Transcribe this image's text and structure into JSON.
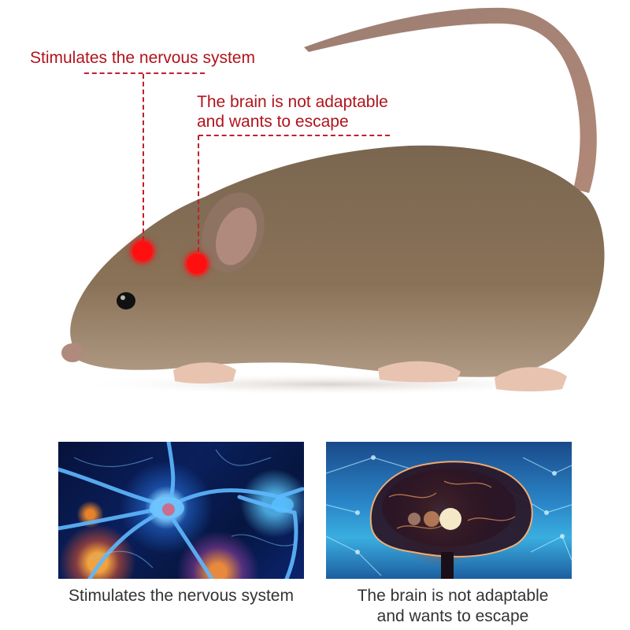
{
  "hero": {
    "subject": "brown house mouse, side view",
    "callouts": [
      {
        "id": "nervous",
        "text": "Stimulates the nervous system"
      },
      {
        "id": "brain",
        "line1": "The brain is not adaptable",
        "line2": "and wants to escape"
      }
    ],
    "colors": {
      "callout_text": "#b0141c",
      "dash": "#c0202a",
      "marker": "#ff1010"
    }
  },
  "panels": [
    {
      "id": "neuron",
      "image_desc": "glowing blue neuron network",
      "caption": "Stimulates the nervous system"
    },
    {
      "id": "brain",
      "image_desc": "glowing brain with neural network background",
      "caption_line1": "The brain is not adaptable",
      "caption_line2": "and wants to escape"
    }
  ]
}
